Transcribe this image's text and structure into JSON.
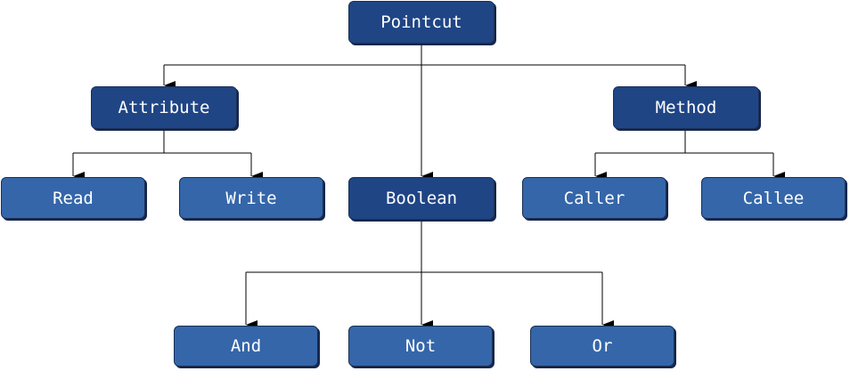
{
  "nodes": {
    "pointcut": "Pointcut",
    "attribute": "Attribute",
    "method": "Method",
    "read": "Read",
    "write": "Write",
    "boolean": "Boolean",
    "caller": "Caller",
    "callee": "Callee",
    "and": "And",
    "not": "Not",
    "or": "Or"
  },
  "colors": {
    "dark_node": "#1f4585",
    "light_node": "#3566a9",
    "edge": "#000000"
  }
}
